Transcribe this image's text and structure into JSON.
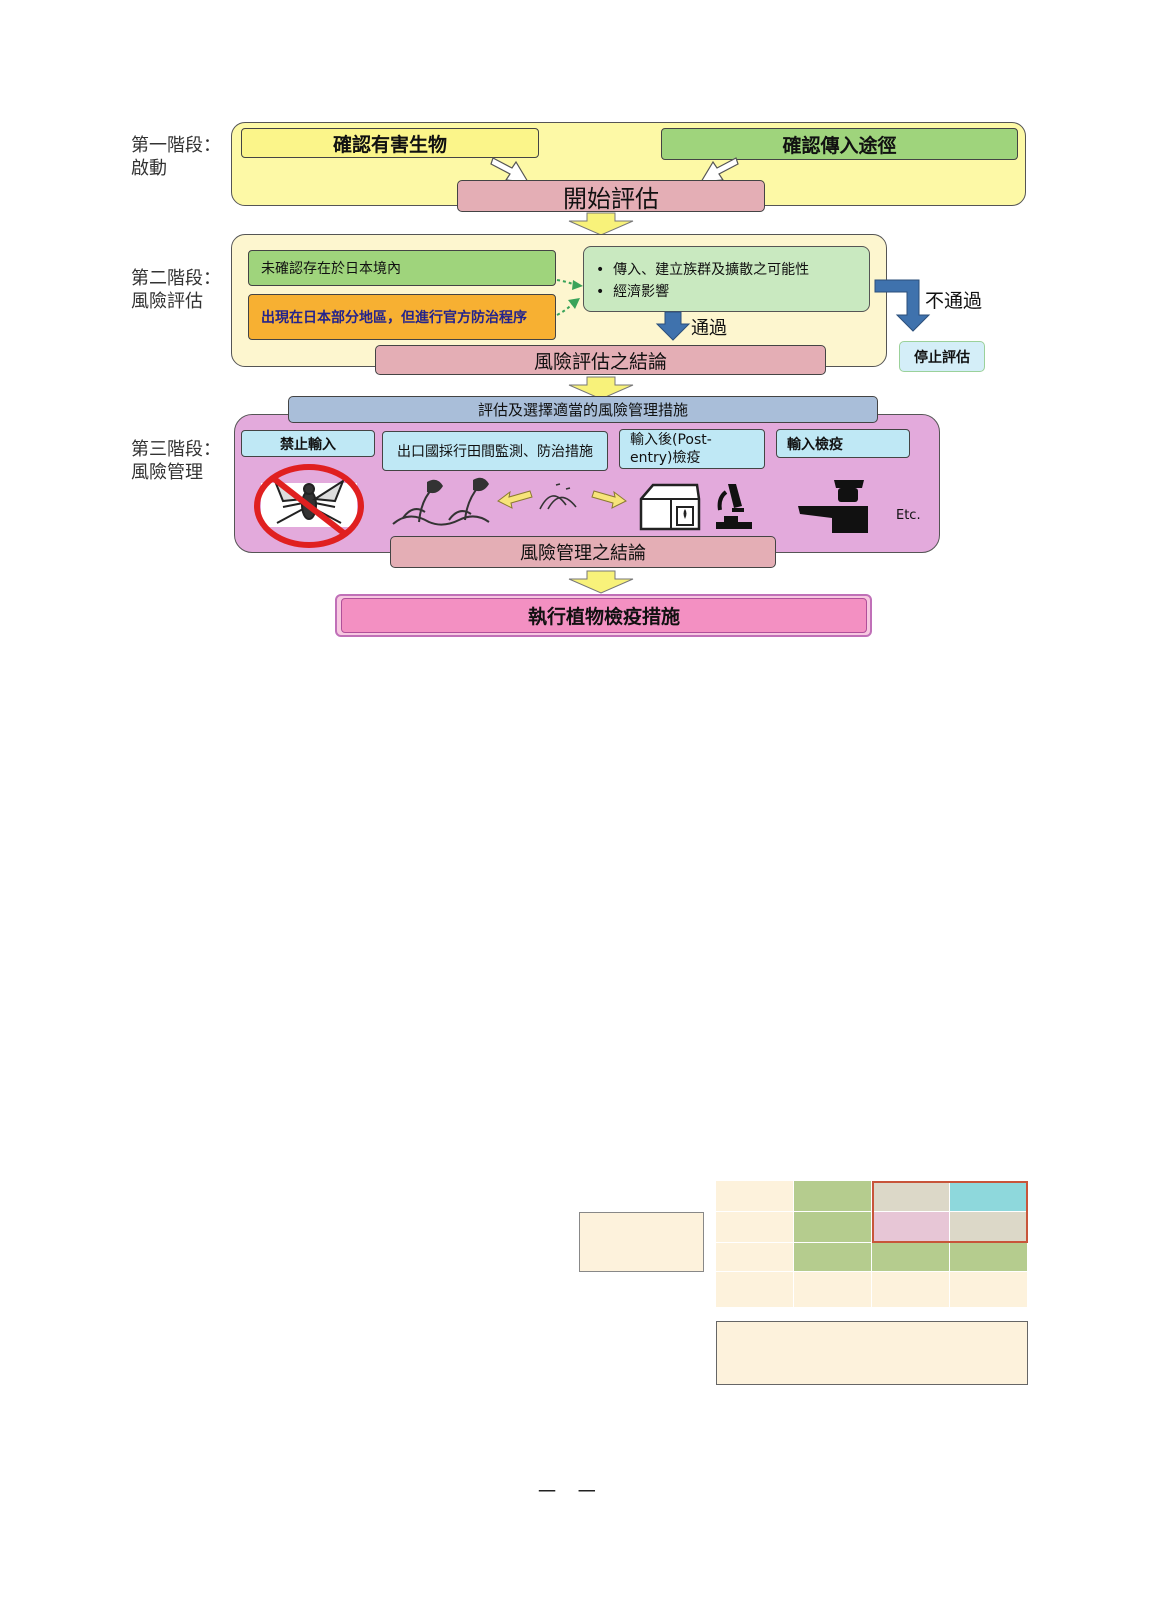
{
  "stages": {
    "s1": {
      "line1": "第一階段：",
      "line2": "啟動"
    },
    "s2": {
      "line1": "第二階段：",
      "line2": "風險評估"
    },
    "s3": {
      "line1": "第三階段：",
      "line2": "風險管理"
    }
  },
  "phase1": {
    "pest_box": "確認有害生物",
    "pathway_box": "確認傳入途徑",
    "start_box": "開始評估"
  },
  "phase2": {
    "not_confirmed": "未確認存在於日本境內",
    "partial_presence": "出現在日本部分地區，但進行官方防治程序",
    "bullet1": "傳入、建立族群及擴散之可能性",
    "bullet2": "經濟影響",
    "pass_label": "通過",
    "fail_label": "不通過",
    "stop_box": "停止評估",
    "conclusion": "風險評估之結論"
  },
  "phase3": {
    "select_measures": "評估及選擇適當的風險管理措施",
    "ban_import": "禁止輸入",
    "exporter_measures": "出口國採行田間監測、防治措施",
    "post_entry": "輸入後(Post-entry)檢疫",
    "import_inspection": "輸入檢疫",
    "etc": "Etc.",
    "conclusion": "風險管理之結論"
  },
  "final": {
    "implement": "執行植物檢疫措施"
  },
  "footer": {
    "page_mark": "一 一"
  },
  "colors": {
    "yellow_panel": "#fdf9a6",
    "pink_box": "#e4aeb5",
    "green_box": "#9fd47c",
    "orange_box": "#f7b032",
    "light_green": "#c9e9c0",
    "blue_arrow": "#3f72ad",
    "magenta_panel": "#e3aadc",
    "final_box": "#f390c2",
    "select_bar": "#a9bed9"
  }
}
